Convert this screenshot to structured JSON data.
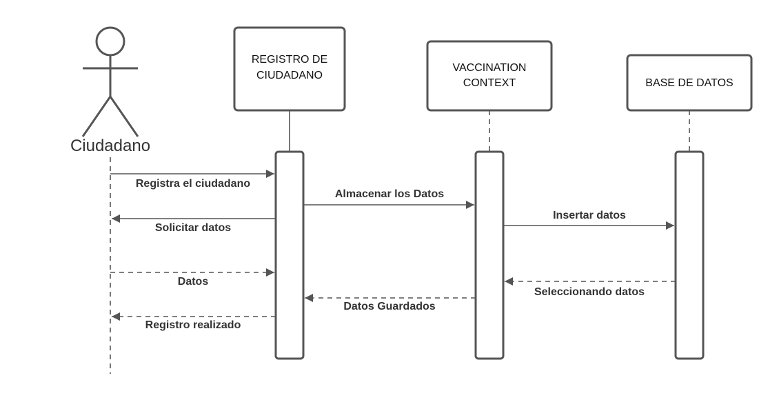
{
  "actor": {
    "label": "Ciudadano"
  },
  "participants": {
    "registro": {
      "line1": "REGISTRO DE",
      "line2": "CIUDADANO"
    },
    "vaccination": {
      "line1": "VACCINATION",
      "line2": "CONTEXT"
    },
    "base": {
      "line1": "BASE DE DATOS"
    }
  },
  "messages": {
    "m1": "Registra el ciudadano",
    "m2": "Almacenar los Datos",
    "m3": "Solicitar datos",
    "m4": "Insertar datos",
    "m5": "Datos",
    "m6": "Seleccionando datos",
    "m7": "Datos Guardados",
    "m8": "Registro realizado"
  },
  "colors": {
    "line": "#555555",
    "text": "#333333",
    "background": "#ffffff"
  }
}
